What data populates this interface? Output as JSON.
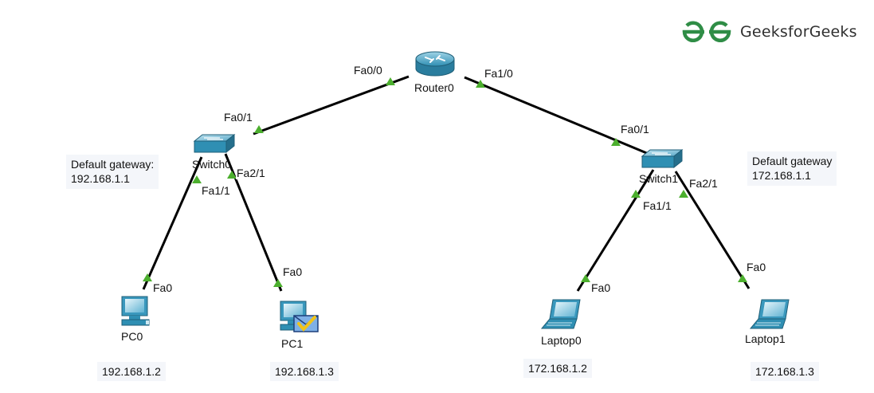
{
  "brand": {
    "name": "GeeksforGeeks",
    "color": "#2f8d46"
  },
  "colors": {
    "link": "#000000",
    "port_up": "#4caf2e",
    "device_blue": "#2f8fb3"
  },
  "router": {
    "name": "Router0",
    "icon": "router-icon",
    "port_left": "Fa0/0",
    "port_right": "Fa1/0"
  },
  "switch0": {
    "name": "Switch0",
    "icon": "switch-icon",
    "uplink_port": "Fa0/1",
    "port_a": "Fa1/1",
    "port_b": "Fa2/1",
    "gateway_label": "Default gateway:",
    "gateway_ip": "192.168.1.1"
  },
  "switch1": {
    "name": "Switch1",
    "icon": "switch-icon",
    "uplink_port": "Fa0/1",
    "port_a": "Fa1/1",
    "port_b": "Fa2/1",
    "gateway_label": "Default gateway",
    "gateway_ip": "172.168.1.1"
  },
  "pc0": {
    "name": "PC0",
    "icon": "desktop-pc-icon",
    "port": "Fa0",
    "ip": "192.168.1.2"
  },
  "pc1": {
    "name": "PC1",
    "icon": "desktop-pc-icon",
    "port": "Fa0",
    "ip": "192.168.1.3",
    "badge": "envelope-check-icon"
  },
  "laptop0": {
    "name": "Laptop0",
    "icon": "laptop-icon",
    "port": "Fa0",
    "ip": "172.168.1.2"
  },
  "laptop1": {
    "name": "Laptop1",
    "icon": "laptop-icon",
    "port": "Fa0",
    "ip": "172.168.1.3"
  }
}
